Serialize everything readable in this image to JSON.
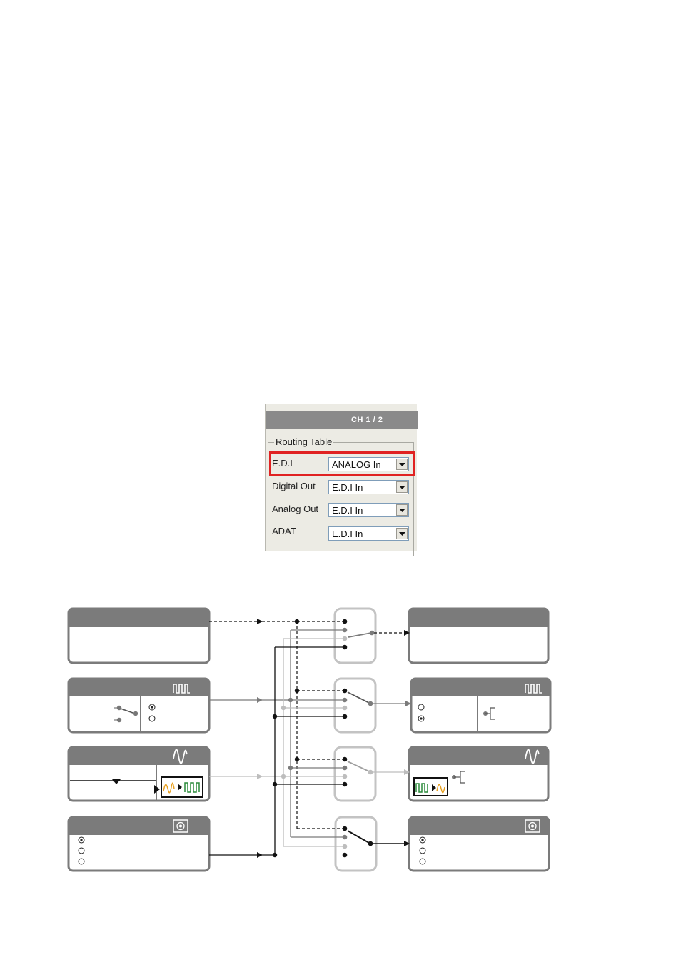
{
  "panel": {
    "header": "CH 1 / 2",
    "group_title": "Routing Table",
    "rows": [
      {
        "label": "E.D.I",
        "value": "ANALOG In",
        "highlighted": true
      },
      {
        "label": "Digital Out",
        "value": "E.D.I In",
        "highlighted": false
      },
      {
        "label": "Analog Out",
        "value": "E.D.I In",
        "highlighted": false
      },
      {
        "label": "ADAT",
        "value": "E.D.I In",
        "highlighted": false
      }
    ],
    "icons": [
      "dropdown-arrow-icon"
    ],
    "colors": {
      "header_bg": "#8a8a8a",
      "highlight": "#e02222",
      "panel_bg": "#ecebe4"
    }
  },
  "diagram": {
    "icons": [
      "digital-signal-icon",
      "analog-signal-icon",
      "optical-port-icon",
      "switch-icon",
      "radio-icon"
    ],
    "colors": {
      "box_header": "#7b7b7b",
      "switch_frame": "#c3c3c3",
      "wave_orange": "#e8a020",
      "wave_green": "#2a8a3a"
    }
  }
}
